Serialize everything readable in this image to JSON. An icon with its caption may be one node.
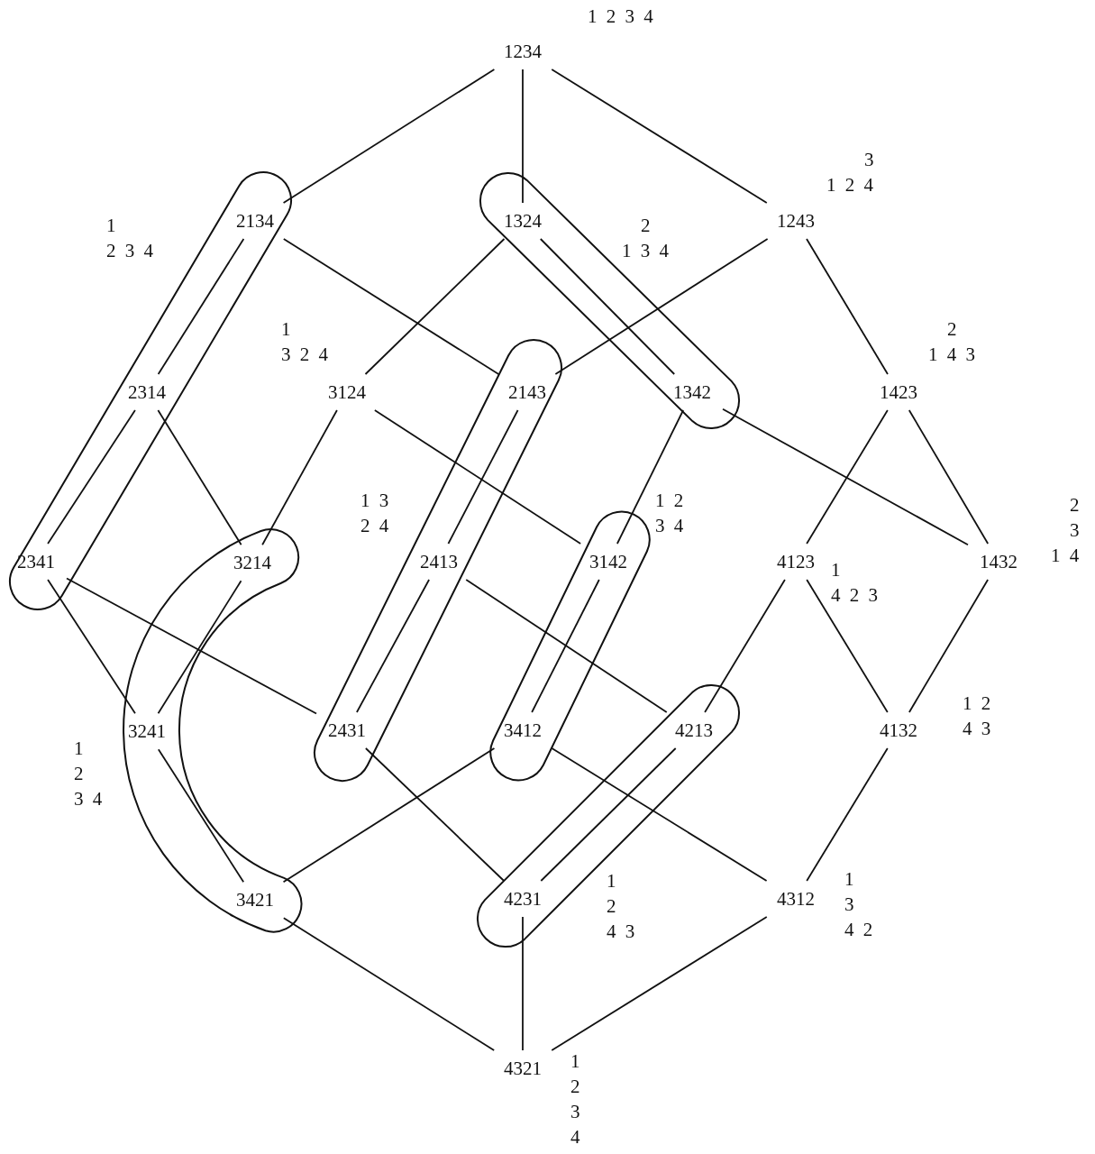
{
  "diagram": {
    "nodes": [
      {
        "text": [
          "1234"
        ],
        "beside": [
          "1 2 3 4"
        ]
      },
      {
        "text": [],
        "shape": "capsule",
        "beside": [
          "1 2 3 4"
        ]
      },
      {
        "text": [
          "2134"
        ],
        "in": 1
      },
      {
        "text": [],
        "shape": "capsule",
        "beside": [
          "2 1 3 4"
        ]
      },
      {
        "text": [
          "1324"
        ],
        "in": 3
      },
      {
        "text": [
          "1243"
        ],
        "beside": [
          "3 1 2 4"
        ]
      },
      {
        "text": [
          "2314"
        ],
        "in": 1
      },
      {
        "text": [
          "3124"
        ],
        "beside": [
          "1 3 2 4"
        ]
      },
      {
        "text": [],
        "shape": "capsule",
        "beside": [
          "1 3 2 4"
        ]
      },
      {
        "text": [
          "2143"
        ],
        "in": 8
      },
      {
        "text": [
          "1342"
        ],
        "in": 3
      },
      {
        "text": [
          "1423"
        ],
        "beside": [
          "2 1 4 3"
        ]
      },
      {
        "text": [
          "2341"
        ],
        "in": 1
      },
      {
        "text": [],
        "shape": "capsule",
        "beside": [
          "1 2 3 4"
        ]
      },
      {
        "text": [
          "3214"
        ],
        "in": 13
      },
      {
        "text": [
          "2413"
        ],
        "in": 8
      },
      {
        "text": [],
        "shape": "capsule",
        "beside": [
          "1 2 3 4"
        ]
      },
      {
        "text": [
          "3142"
        ],
        "in": 16
      },
      {
        "text": [
          "4123"
        ],
        "beside": [
          "1 4 2 3"
        ]
      },
      {
        "text": [
          "1432"
        ],
        "beside": [
          "2 3 1 4"
        ]
      },
      {
        "text": [
          "3241"
        ],
        "in": 13
      },
      {
        "text": [
          "2431"
        ],
        "in": 8
      },
      {
        "text": [
          "3412"
        ],
        "in": 16
      },
      {
        "text": [],
        "shape": "capsule",
        "beside": [
          "1 2 4 3"
        ]
      },
      {
        "text": [
          "4213"
        ],
        "in": 23
      },
      {
        "text": [
          "4132"
        ],
        "beside": [
          "1 2 4 3"
        ]
      },
      {
        "text": [
          "3421"
        ],
        "in": 13
      },
      {
        "text": [
          "4231"
        ],
        "in": 23
      },
      {
        "text": [
          "4312"
        ],
        "beside": [
          "1 3 4 2"
        ]
      },
      {
        "text": [
          "4321"
        ],
        "beside": [
          "1 2 3 4"
        ]
      }
    ],
    "edges": [
      {
        "from": 0,
        "to": 2,
        "arrow": "none"
      },
      {
        "from": 0,
        "to": 4,
        "arrow": "none"
      },
      {
        "from": 0,
        "to": 5,
        "arrow": "none"
      },
      {
        "from": 2,
        "to": 6,
        "arrow": "none"
      },
      {
        "from": 2,
        "to": 9,
        "arrow": "none"
      },
      {
        "from": 4,
        "to": 7,
        "arrow": "none"
      },
      {
        "from": 4,
        "to": 10,
        "arrow": "none"
      },
      {
        "from": 5,
        "to": 9,
        "arrow": "none"
      },
      {
        "from": 5,
        "to": 11,
        "arrow": "none"
      },
      {
        "from": 6,
        "to": 12,
        "arrow": "none"
      },
      {
        "from": 6,
        "to": 14,
        "arrow": "none"
      },
      {
        "from": 7,
        "to": 14,
        "arrow": "none"
      },
      {
        "from": 7,
        "to": 17,
        "arrow": "none"
      },
      {
        "from": 9,
        "to": 15,
        "arrow": "none"
      },
      {
        "from": 10,
        "to": 17,
        "arrow": "none"
      },
      {
        "from": 10,
        "to": 19,
        "arrow": "none"
      },
      {
        "from": 11,
        "to": 18,
        "arrow": "none"
      },
      {
        "from": 11,
        "to": 19,
        "arrow": "none"
      },
      {
        "from": 12,
        "to": 20,
        "arrow": "none"
      },
      {
        "from": 12,
        "to": 21,
        "arrow": "none"
      },
      {
        "from": 14,
        "to": 20,
        "arrow": "none"
      },
      {
        "from": 15,
        "to": 21,
        "arrow": "none"
      },
      {
        "from": 15,
        "to": 24,
        "arrow": "none"
      },
      {
        "from": 17,
        "to": 22,
        "arrow": "none"
      },
      {
        "from": 18,
        "to": 24,
        "arrow": "none"
      },
      {
        "from": 18,
        "to": 25,
        "arrow": "none"
      },
      {
        "from": 19,
        "to": 25,
        "arrow": "none"
      },
      {
        "from": 20,
        "to": 26,
        "arrow": "none"
      },
      {
        "from": 21,
        "to": 27,
        "arrow": "none"
      },
      {
        "from": 22,
        "to": 26,
        "arrow": "none"
      },
      {
        "from": 22,
        "to": 28,
        "arrow": "none"
      },
      {
        "from": 24,
        "to": 27,
        "arrow": "none"
      },
      {
        "from": 25,
        "to": 28,
        "arrow": "none"
      },
      {
        "from": 26,
        "to": 29,
        "arrow": "none"
      },
      {
        "from": 27,
        "to": 29,
        "arrow": "none"
      },
      {
        "from": 28,
        "to": 29,
        "arrow": "none"
      }
    ]
  }
}
